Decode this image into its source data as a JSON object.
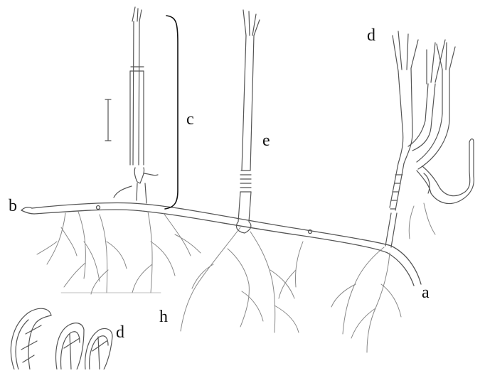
{
  "labels": {
    "a": "a",
    "b": "b",
    "c": "c",
    "d_top": "d",
    "e": "e",
    "h": "h",
    "d_bottom": "d"
  },
  "colors": {
    "ink": "#555555",
    "label": "#111111",
    "background": "#ffffff"
  }
}
